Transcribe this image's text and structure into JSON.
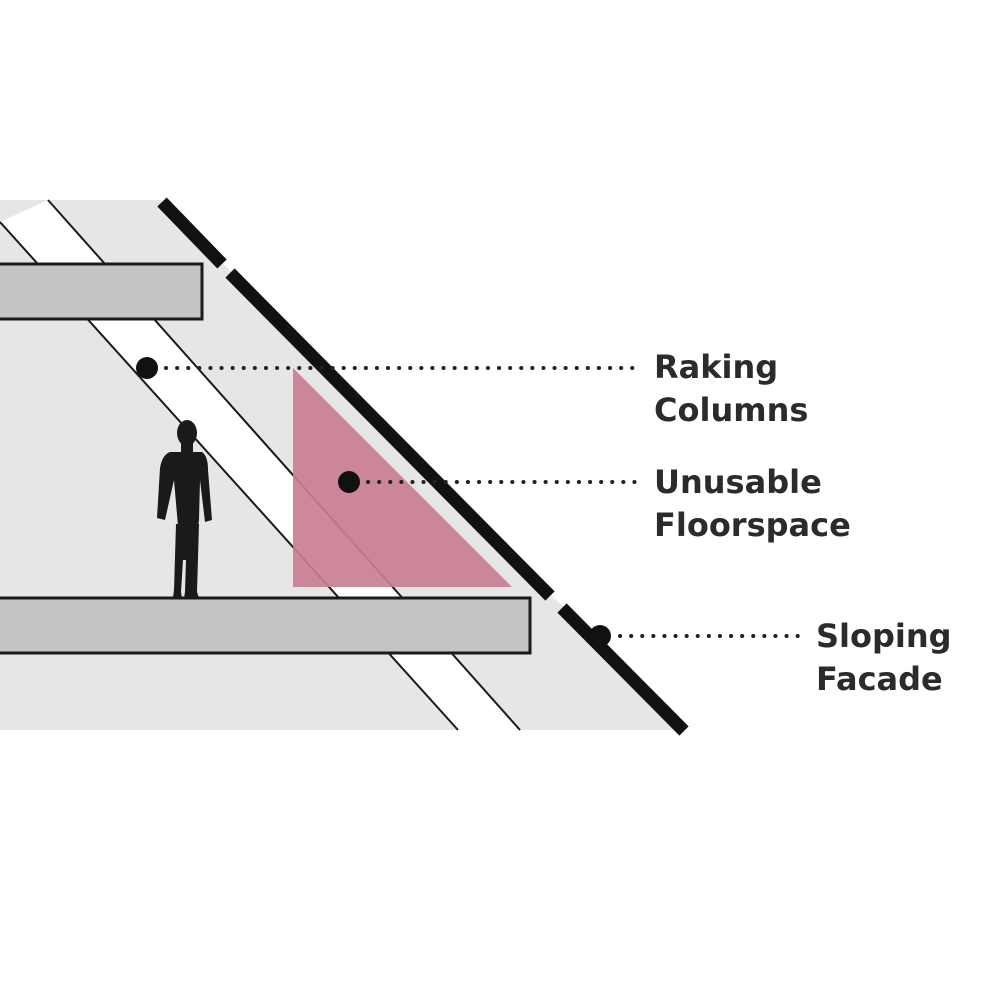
{
  "colors": {
    "background": "#ffffff",
    "section_fill": "#e6e6e7",
    "slab_fill": "#c3c4c6",
    "outline": "#1a1a1a",
    "unusable_zone": "#c97f93",
    "label_text": "#2b2b2b"
  },
  "icons": {
    "person": "person-silhouette-icon"
  },
  "labels": {
    "raking_columns": {
      "line1": "Raking",
      "line2": "Columns"
    },
    "unusable_floorspace": {
      "line1": "Unusable",
      "line2": "Floorspace"
    },
    "sloping_facade": {
      "line1": "Sloping",
      "line2": "Facade"
    }
  }
}
